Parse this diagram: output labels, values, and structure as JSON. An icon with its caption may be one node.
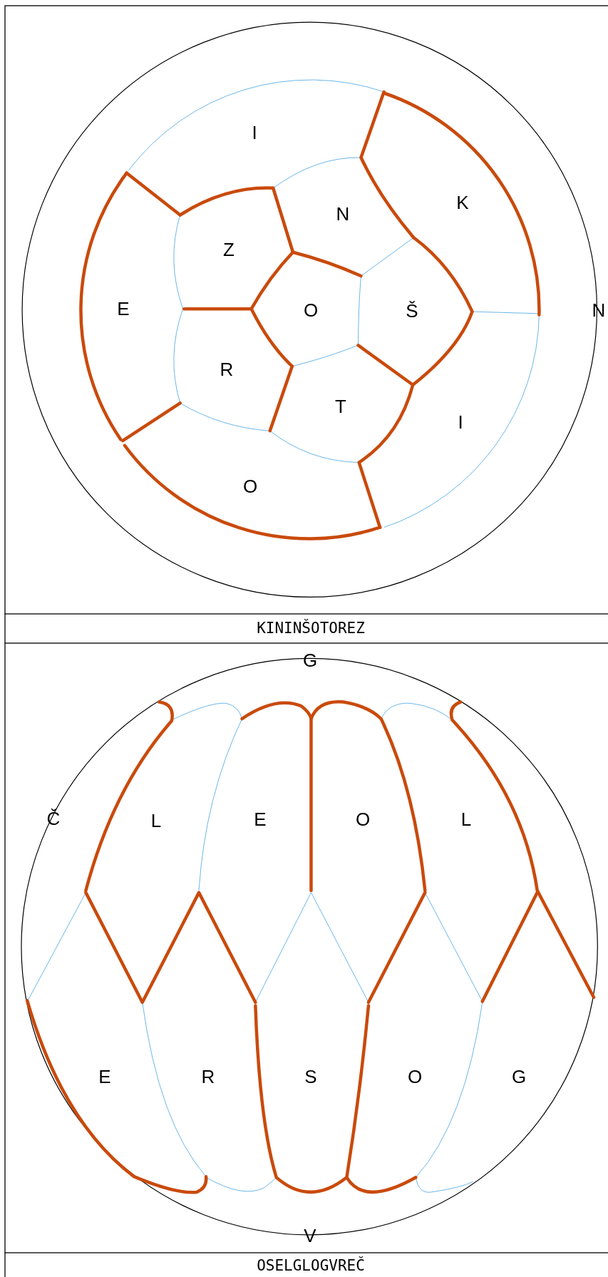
{
  "diagram": {
    "labels": [
      "I",
      "K",
      "N",
      "Z",
      "E",
      "O",
      "Š",
      "N",
      "R",
      "T",
      "I",
      "O",
      "KININŠOTOREZ",
      "G",
      "Č",
      "L",
      "E",
      "O",
      "L",
      "E",
      "R",
      "S",
      "O",
      "G",
      "V",
      "OSELGLOGVREČ"
    ]
  }
}
